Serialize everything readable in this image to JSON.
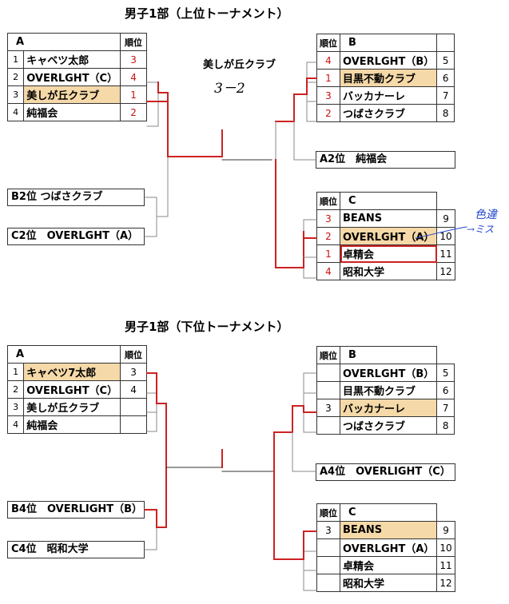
{
  "upper": {
    "title": "男子1部（上位トーナメント）",
    "group_a": {
      "label": "A",
      "rank_header": "順位",
      "rows": [
        {
          "no": "1",
          "team": "キャベツ太郎",
          "rank": "3"
        },
        {
          "no": "2",
          "team": "OVERLGHT（C）",
          "rank": "4"
        },
        {
          "no": "3",
          "team": "美しが丘クラブ",
          "rank": "1"
        },
        {
          "no": "4",
          "team": "純福会",
          "rank": "2"
        }
      ]
    },
    "group_b": {
      "label": "B",
      "rank_header": "順位",
      "rows": [
        {
          "rank": "4",
          "team": "OVERLGHT（B）",
          "no": "5"
        },
        {
          "rank": "1",
          "team": "目黒不動クラブ",
          "no": "6"
        },
        {
          "rank": "3",
          "team": "バッカナーレ",
          "no": "7"
        },
        {
          "rank": "2",
          "team": "つばさクラブ",
          "no": "8"
        }
      ]
    },
    "group_c": {
      "label": "C",
      "rank_header": "順位",
      "rows": [
        {
          "rank": "3",
          "team": "BEANS",
          "no": "9"
        },
        {
          "rank": "2",
          "team": "OVERLGHT（A）",
          "no": "10"
        },
        {
          "rank": "1",
          "team": "卓精会",
          "no": "11"
        },
        {
          "rank": "4",
          "team": "昭和大学",
          "no": "12"
        }
      ]
    },
    "slots": {
      "b2": "B2位 つばさクラブ",
      "c2": "C2位　OVERLGHT（A）",
      "a2": "A2位　純福会"
    },
    "winner_note": "美しが丘クラブ",
    "score_note": "3－2",
    "side_note_1": "色違",
    "side_note_2": "→ミス"
  },
  "lower": {
    "title": "男子1部（下位トーナメント）",
    "group_a": {
      "label": "A",
      "rank_header": "順位",
      "rows": [
        {
          "no": "1",
          "team": "キャベツ7太郎",
          "rank": "3"
        },
        {
          "no": "2",
          "team": "OVERLGHT（C）",
          "rank": "4"
        },
        {
          "no": "3",
          "team": "美しが丘クラブ",
          "rank": ""
        },
        {
          "no": "4",
          "team": "純福会",
          "rank": ""
        }
      ]
    },
    "group_b": {
      "label": "B",
      "rank_header": "順位",
      "rows": [
        {
          "rank": "",
          "team": "OVERLGHT（B）",
          "no": "5"
        },
        {
          "rank": "",
          "team": "目黒不動クラブ",
          "no": "6"
        },
        {
          "rank": "3",
          "team": "バッカナーレ",
          "no": "7"
        },
        {
          "rank": "",
          "team": "つばさクラブ",
          "no": "8"
        }
      ]
    },
    "group_c": {
      "label": "C",
      "rank_header": "順位",
      "rows": [
        {
          "rank": "3",
          "team": "BEANS",
          "no": "9"
        },
        {
          "rank": "",
          "team": "OVERLGHT（A）",
          "no": "10"
        },
        {
          "rank": "",
          "team": "卓精会",
          "no": "11"
        },
        {
          "rank": "",
          "team": "昭和大学",
          "no": "12"
        }
      ]
    },
    "slots": {
      "b4": "B4位　OVERLIGHT（B）",
      "c4": "C4位　昭和大学",
      "a4": "A4位　OVERLIGHT（C）"
    }
  },
  "colors": {
    "accent_red": "#cc1111",
    "highlight": "#f5d9a8",
    "handwriting_blue": "#2244cc"
  }
}
